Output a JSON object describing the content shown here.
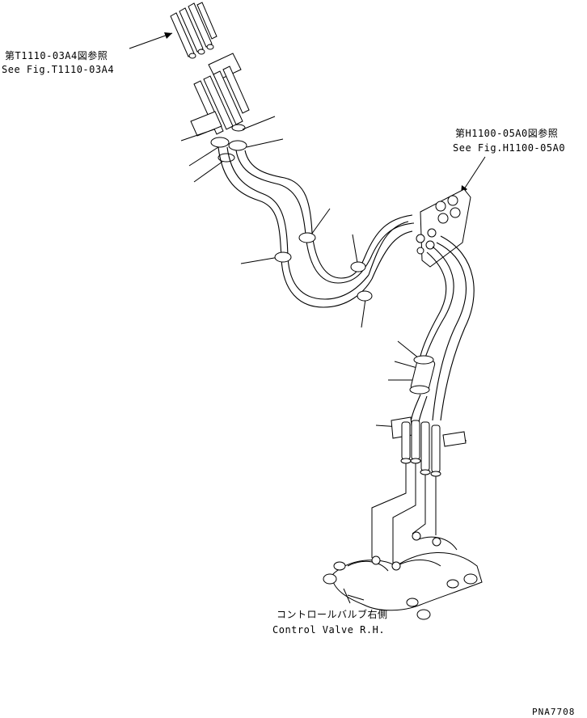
{
  "references": {
    "top_left": {
      "ja": "第T1110-03A4図参照",
      "en": "See Fig.T1110-03A4"
    },
    "top_right": {
      "ja": "第H1100-05A0図参照",
      "en": "See Fig.H1100-05A0"
    }
  },
  "component_label": {
    "ja": "コントロールバルブ右側",
    "en": "Control Valve R.H."
  },
  "drawing_code": "PNA7708"
}
